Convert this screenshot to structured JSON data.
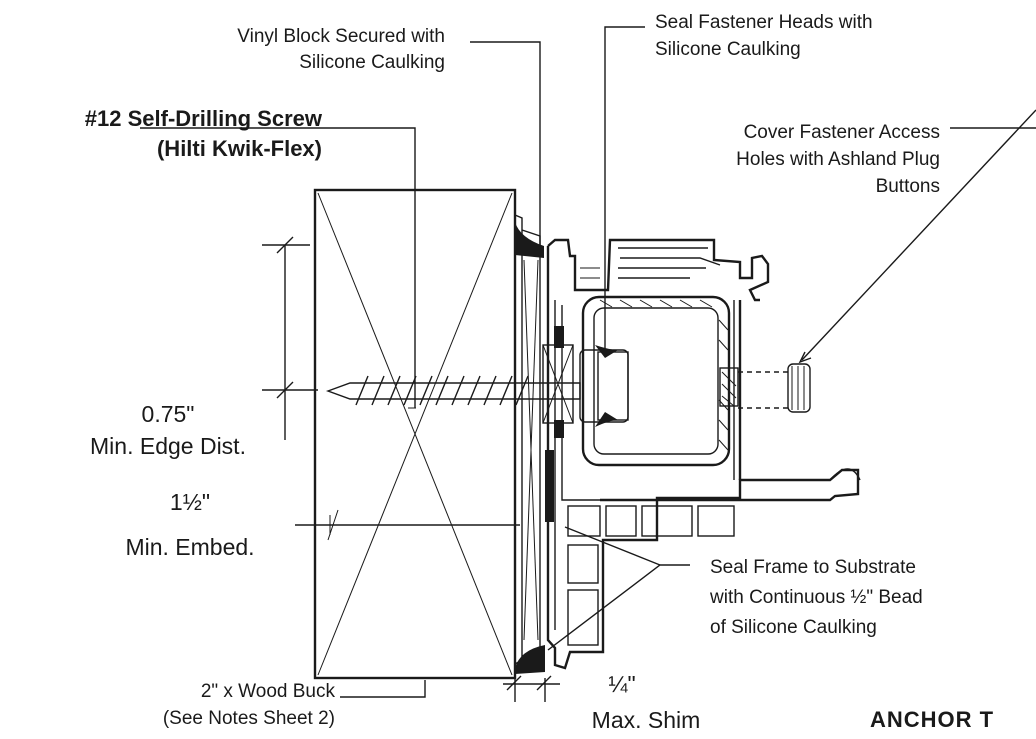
{
  "notes": {
    "vinyl_block": [
      "Vinyl Block Secured with",
      "Silicone Caulking"
    ],
    "seal_heads": [
      "Seal Fastener Heads with",
      "Silicone Caulking"
    ],
    "cover_holes": [
      "Cover Fastener Access",
      "Holes with Ashland Plug",
      "Buttons"
    ],
    "screw": [
      "#12 Self-Drilling Screw",
      "(Hilti Kwik-Flex)"
    ],
    "seal_frame": [
      "Seal Frame to Substrate",
      "with Continuous ½\" Bead",
      "of Silicone Caulking"
    ],
    "wood_buck": [
      "2\" x Wood Buck",
      "(See Notes Sheet 2)"
    ]
  },
  "dims": {
    "edge_value": "0.75\"",
    "edge_label": "Min. Edge Dist.",
    "embed_value": "1½\"",
    "embed_label": "Min. Embed.",
    "shim_value": "¼\"",
    "shim_label": "Max. Shim"
  },
  "title": "ANCHOR T"
}
